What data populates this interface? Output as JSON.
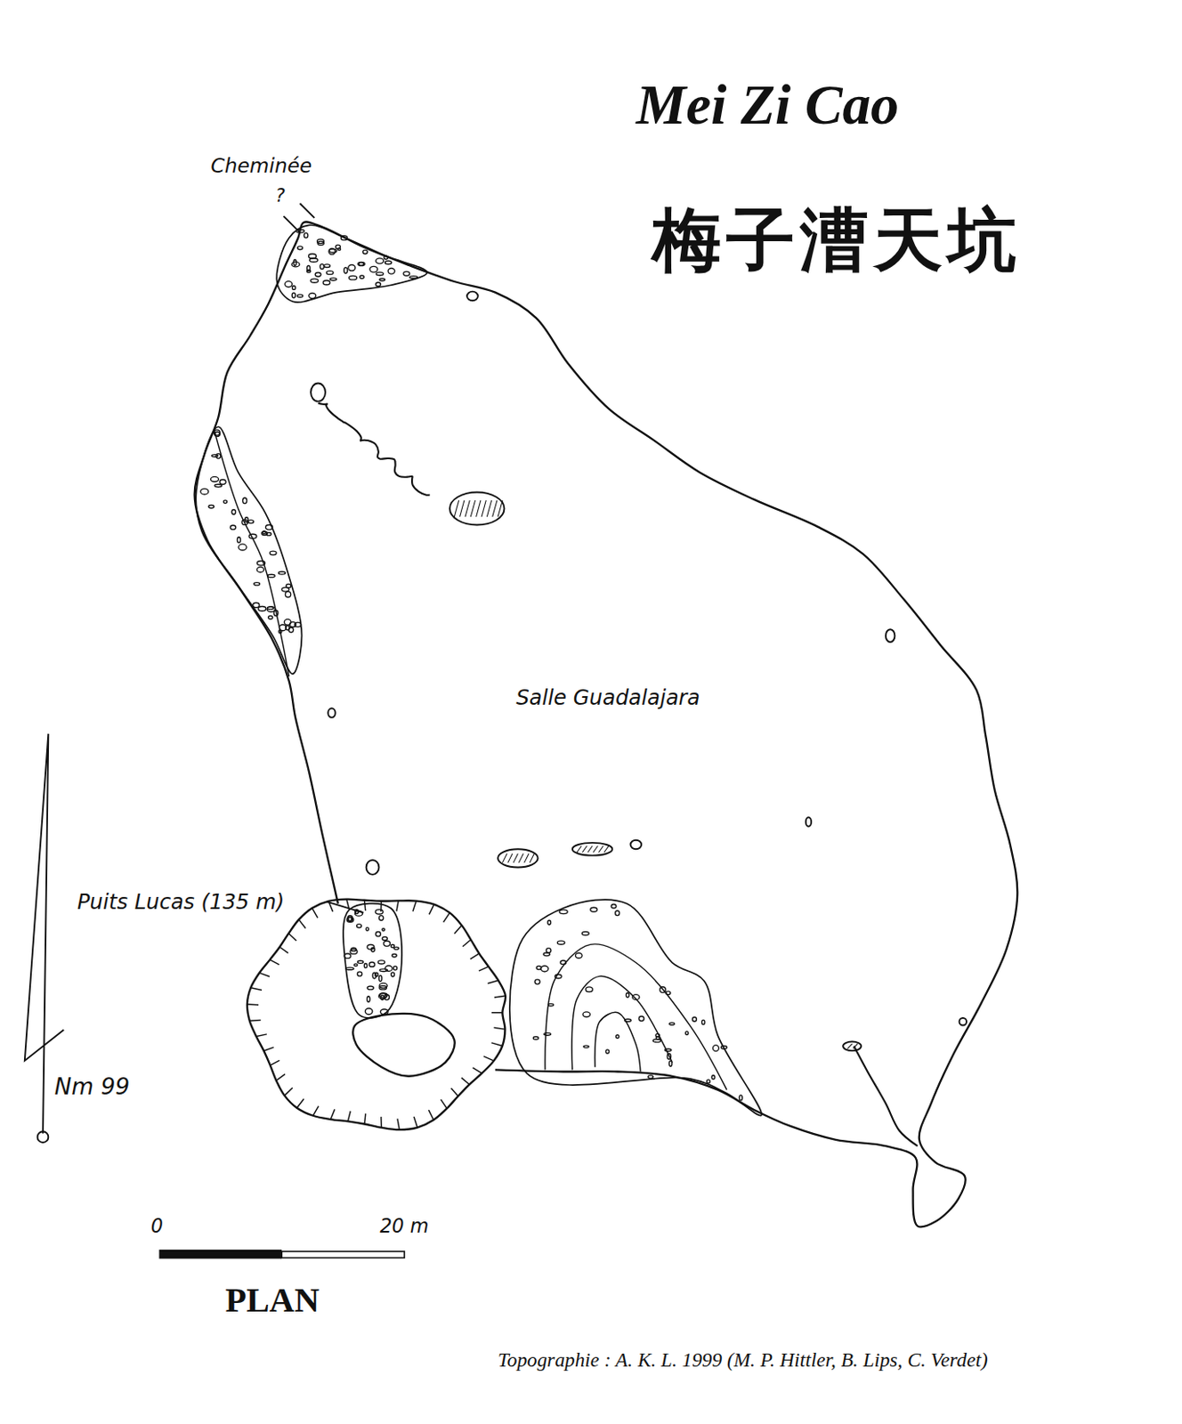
{
  "diagram": {
    "title": "Mei Zi Cao",
    "caption": "Topographie : A. K. L. 1999 (M. P. Hittler, B. Lips, C. Verdet)",
    "labels": [
      "梅子漕天坑",
      "Cheminée",
      "?",
      "Salle Guadalajara",
      "Puits Lucas (135 m)",
      "Nm 99",
      "0",
      "20 m",
      "PLAN"
    ]
  }
}
